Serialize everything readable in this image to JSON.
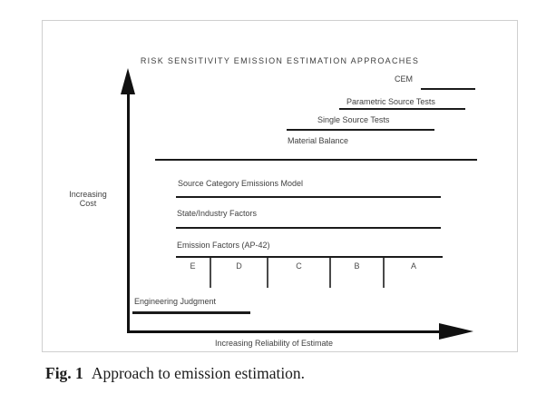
{
  "figure": {
    "title": "RISK SENSITIVITY EMISSION ESTIMATION APPROACHES",
    "y_axis": {
      "line1": "Increasing",
      "line2": "Cost"
    },
    "x_axis": {
      "label": "Increasing Reliability of Estimate"
    },
    "approaches": [
      {
        "label": "CEM"
      },
      {
        "label": "Parametric Source Tests"
      },
      {
        "label": "Single Source Tests"
      },
      {
        "label": "Material Balance"
      },
      {
        "label": "Source Category Emissions Model"
      },
      {
        "label": "State/Industry Factors"
      },
      {
        "label": "Emission Factors (AP-42)"
      },
      {
        "label": "Engineering Judgment"
      }
    ],
    "ap42_ratings": [
      "E",
      "D",
      "C",
      "B",
      "A"
    ]
  },
  "caption": {
    "prefix": "Fig. 1",
    "text": "Approach to emission estimation."
  },
  "colors": {
    "line": "#1b1b1b",
    "text": "#3f3f3f",
    "box_border": "#cfcfcf"
  }
}
